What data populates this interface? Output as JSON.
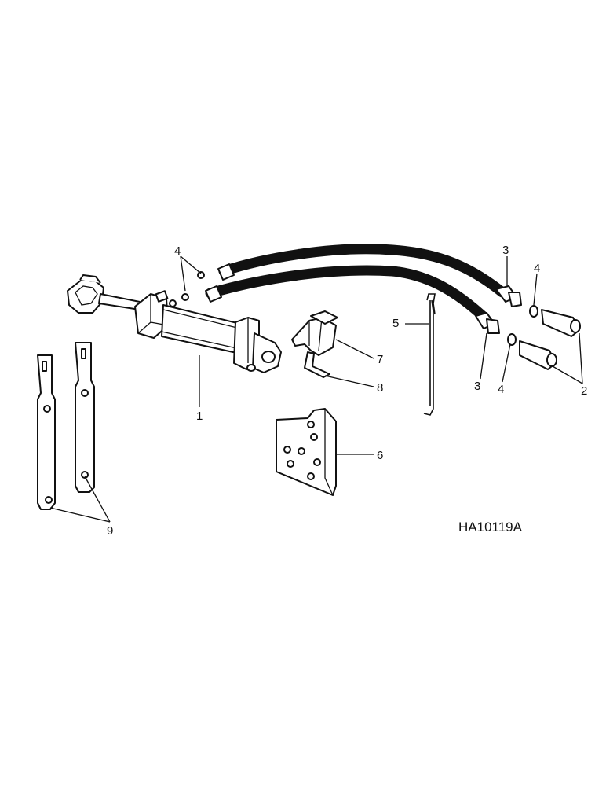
{
  "diagram": {
    "drawing_code": "HA10119A",
    "callouts": {
      "c1": "1",
      "c2": "2",
      "c3_top": "3",
      "c3_bottom": "3",
      "c4_left": "4",
      "c4_right_top": "4",
      "c4_right_bottom": "4",
      "c5": "5",
      "c6": "6",
      "c7": "7",
      "c8": "8",
      "c9": "9"
    }
  }
}
